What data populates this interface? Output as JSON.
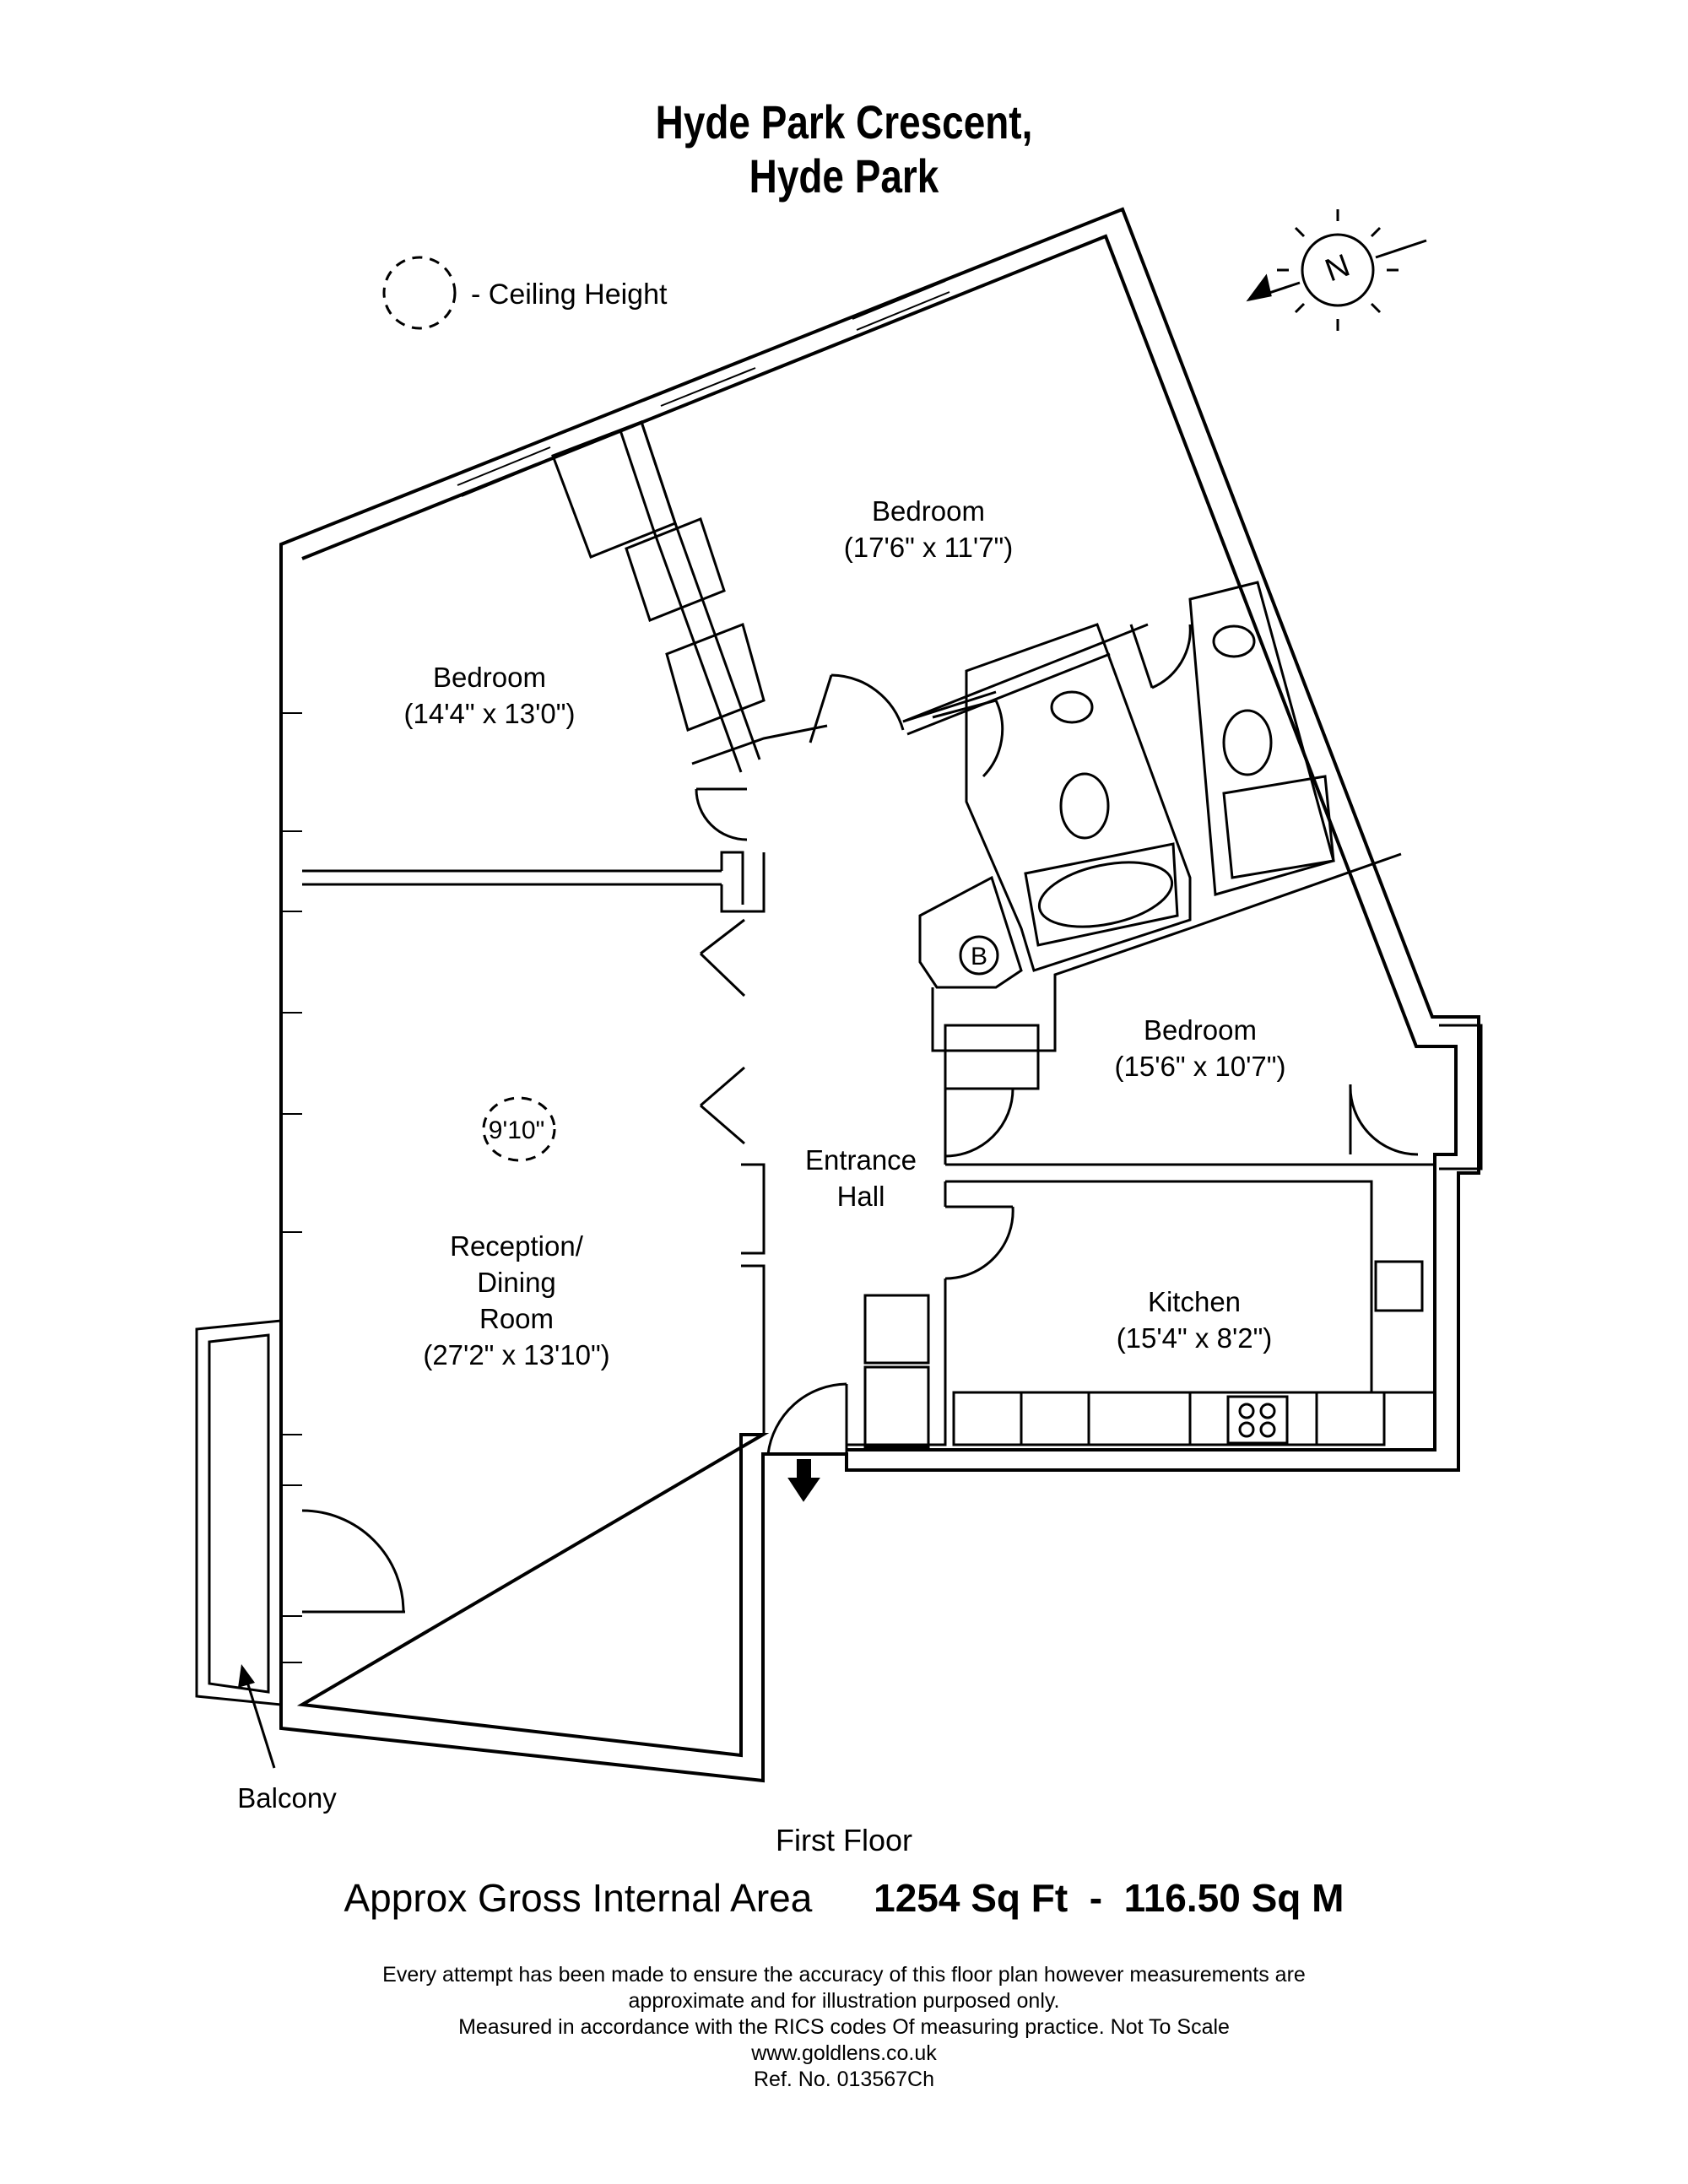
{
  "title": {
    "line1": "Hyde Park Crescent,",
    "line2": "Hyde Park"
  },
  "legend": {
    "ceiling_height": "- Ceiling Height"
  },
  "compass": {
    "letter": "N",
    "icon": "north-compass-icon"
  },
  "rooms": {
    "bedroom_top": {
      "name": "Bedroom",
      "size": "(17'6\" x 11'7\")"
    },
    "bedroom_left": {
      "name": "Bedroom",
      "size": "(14'4\" x 13'0\")"
    },
    "bedroom_right": {
      "name": "Bedroom",
      "size": "(15'6\" x 10'7\")"
    },
    "reception": {
      "line1": "Reception/",
      "line2": "Dining",
      "line3": "Room",
      "size": "(27'2\" x 13'10\")"
    },
    "kitchen": {
      "name": "Kitchen",
      "size": "(15'4\" x 8'2\")"
    },
    "hall": {
      "line1": "Entrance",
      "line2": "Hall"
    },
    "balcony": "Balcony",
    "boiler": "B"
  },
  "ceiling_height_value": "9'10\"",
  "floor_label": "First Floor",
  "area": {
    "label": "Approx Gross Internal Area",
    "value": "1254 Sq Ft  -  116.50 Sq M"
  },
  "disclaimer": {
    "line1": "Every attempt has been made to ensure the accuracy of this floor plan however measurements are",
    "line2": "approximate and for illustration purposed only.",
    "line3": "Measured in accordance with the RICS codes Of measuring practice. Not To Scale",
    "line4": "www.goldlens.co.uk",
    "line5": "Ref. No. 013567Ch"
  }
}
